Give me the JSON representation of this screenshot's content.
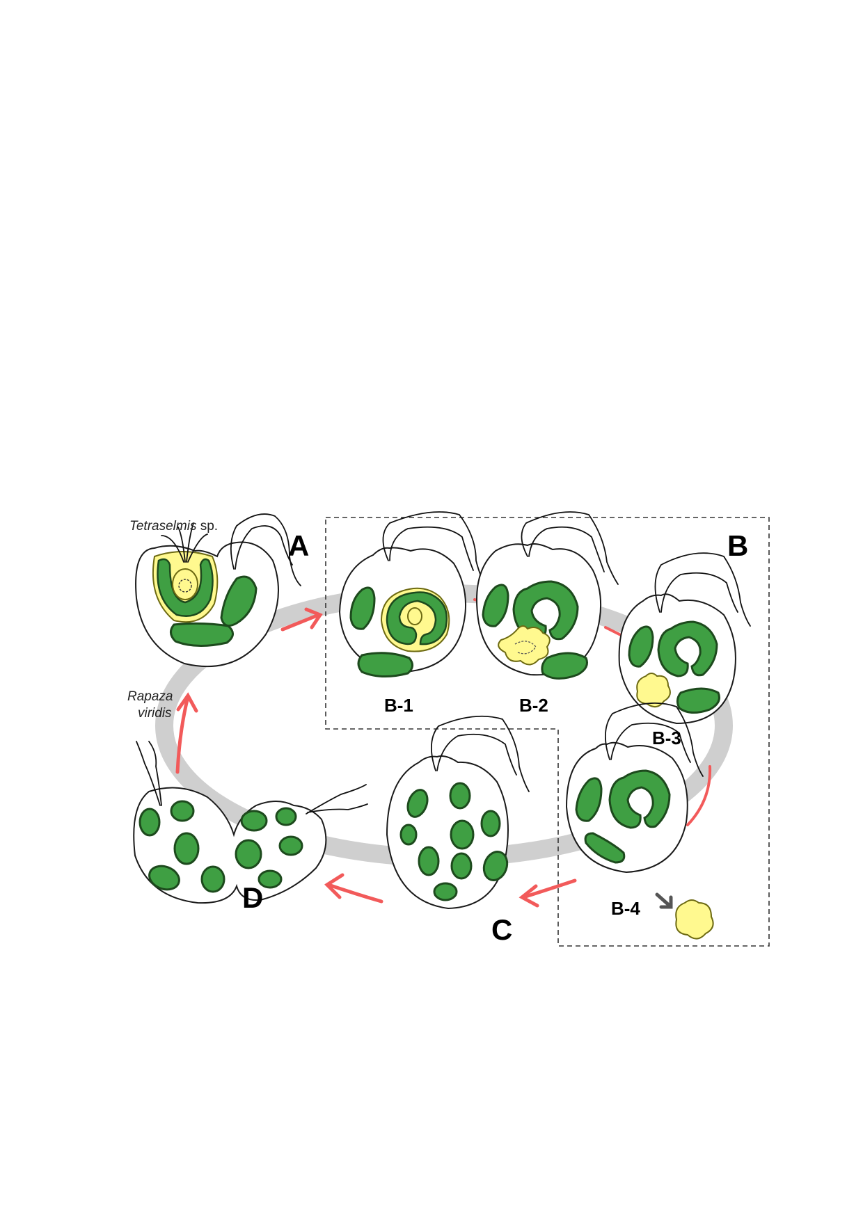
{
  "labels": {
    "stage_a": "A",
    "stage_b": "B",
    "stage_c": "C",
    "stage_d": "D",
    "b1": "B-1",
    "b2": "B-2",
    "b3": "B-3",
    "b4": "B-4"
  },
  "species": {
    "prey_genus": "Tetraselmis",
    "prey_suffix": " sp.",
    "predator_line1": "Rapaza",
    "predator_line2": "viridis"
  },
  "colors": {
    "chloroplast": "#3f9f43",
    "prey": "#fff98f",
    "arrow": "#f25a5a",
    "cycle": "#cfcfcf"
  },
  "icons": [
    "cell-icon",
    "chloroplast-icon",
    "flagellum-icon",
    "cycle-arrow-icon",
    "digested-prey-icon"
  ]
}
